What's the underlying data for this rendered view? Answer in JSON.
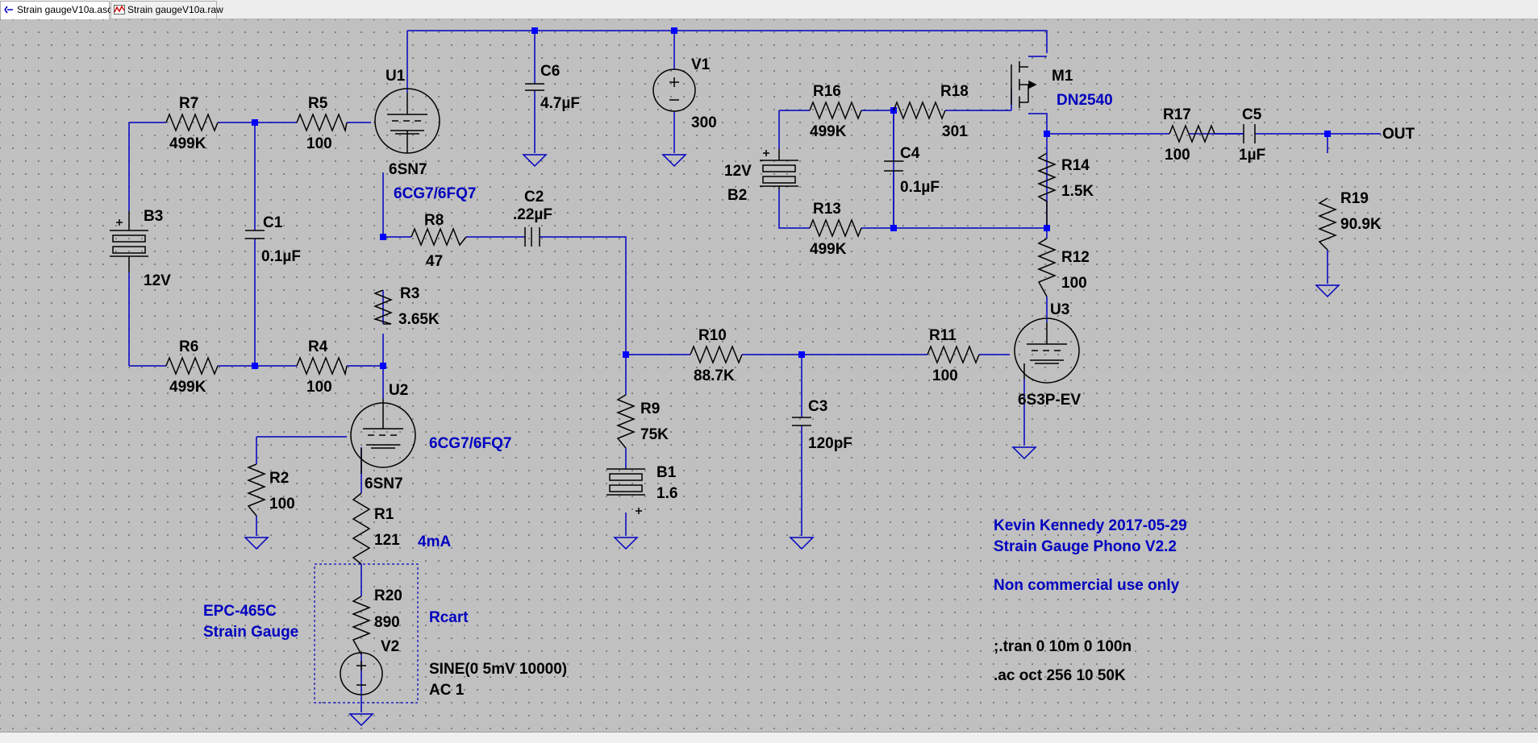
{
  "tabs": [
    {
      "label": "Strain gaugeV10a.asc",
      "icon": "schematic-icon",
      "active": true
    },
    {
      "label": "Strain gaugeV10a.raw",
      "icon": "waveform-icon",
      "active": false
    }
  ],
  "colors": {
    "canvas": "#c0c0c0",
    "wire": "#0000c0",
    "junction": "#0000ff",
    "comment": "#0000c0",
    "label": "#000000"
  },
  "components": {
    "R7": {
      "name": "R7",
      "value": "499K"
    },
    "R5": {
      "name": "R5",
      "value": "100"
    },
    "R6": {
      "name": "R6",
      "value": "499K"
    },
    "R4": {
      "name": "R4",
      "value": "100"
    },
    "R8": {
      "name": "R8",
      "value": "47"
    },
    "R3": {
      "name": "R3",
      "value": "3.65K"
    },
    "R2": {
      "name": "R2",
      "value": "100"
    },
    "R1": {
      "name": "R1",
      "value": "121"
    },
    "R20": {
      "name": "R20",
      "value": "890"
    },
    "R10": {
      "name": "R10",
      "value": "88.7K"
    },
    "R9": {
      "name": "R9",
      "value": "75K"
    },
    "R11": {
      "name": "R11",
      "value": "100"
    },
    "R16": {
      "name": "R16",
      "value": "499K"
    },
    "R18": {
      "name": "R18",
      "value": "301"
    },
    "R13": {
      "name": "R13",
      "value": "499K"
    },
    "R14": {
      "name": "R14",
      "value": "1.5K"
    },
    "R12": {
      "name": "R12",
      "value": "100"
    },
    "R17": {
      "name": "R17",
      "value": "100"
    },
    "R19": {
      "name": "R19",
      "value": "90.9K"
    },
    "C1": {
      "name": "C1",
      "value": "0.1µF"
    },
    "C2": {
      "name": "C2",
      "value": ".22µF"
    },
    "C3": {
      "name": "C3",
      "value": "120pF"
    },
    "C4": {
      "name": "C4",
      "value": "0.1µF"
    },
    "C5": {
      "name": "C5",
      "value": "1µF"
    },
    "C6": {
      "name": "C6",
      "value": "4.7µF"
    },
    "B1": {
      "name": "B1",
      "value": "1.6"
    },
    "B2": {
      "name": "B2",
      "value": "12V"
    },
    "B3": {
      "name": "B3",
      "value": "12V"
    },
    "V1": {
      "name": "V1",
      "value": "300"
    },
    "V2": {
      "name": "V2",
      "value": "SINE(0 5mV 10000)",
      "value2": "AC 1"
    },
    "U1": {
      "name": "U1",
      "value": "6SN7",
      "model": "6CG7/6FQ7"
    },
    "U2": {
      "name": "U2",
      "value": "6SN7",
      "model": "6CG7/6FQ7"
    },
    "U3": {
      "name": "U3",
      "value": "6S3P-EV"
    },
    "M1": {
      "name": "M1",
      "value": "DN2540"
    }
  },
  "net_labels": {
    "out": "OUT"
  },
  "comments": {
    "current": "4mA",
    "rcart": "Rcart",
    "cartridge_line1": "EPC-465C",
    "cartridge_line2": "Strain Gauge",
    "author": "Kevin Kennedy 2017-05-29",
    "title": "Strain Gauge Phono V2.2",
    "license": "Non commercial use only"
  },
  "directives": {
    "tran": ";.tran 0 10m 0 100n",
    "ac": ".ac oct 256 10 50K"
  }
}
